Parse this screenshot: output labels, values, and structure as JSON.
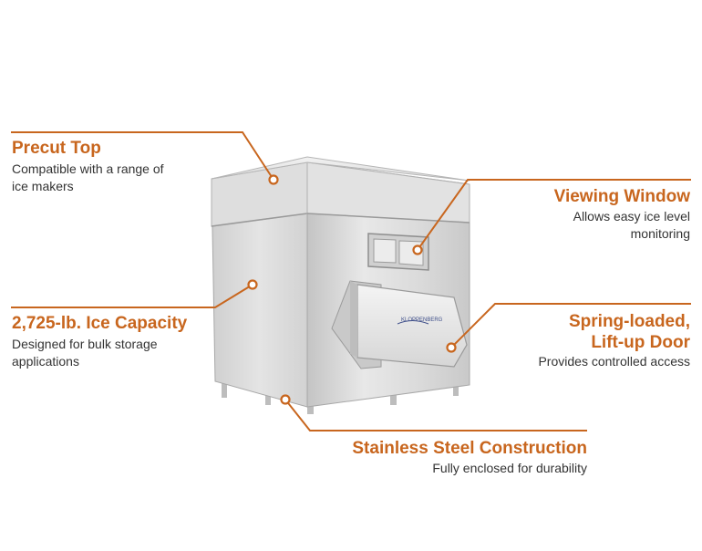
{
  "callouts": {
    "precut_top": {
      "title": "Precut Top",
      "description_lines": [
        "Compatible with a range of",
        "ice makers"
      ]
    },
    "ice_capacity": {
      "title": "2,725-lb. Ice Capacity",
      "description_lines": [
        "Designed for bulk storage",
        "applications"
      ]
    },
    "viewing_window": {
      "title": "Viewing Window",
      "description_lines": [
        "Allows easy ice level",
        "monitoring"
      ]
    },
    "door": {
      "title_lines": [
        "Spring-loaded,",
        "Lift-up Door"
      ],
      "description": "Provides controlled access"
    },
    "construction": {
      "title": "Stainless Steel Construction",
      "description": "Fully enclosed for durability"
    }
  },
  "door_logo": "KLOPPENBERG",
  "colors": {
    "accent": "#c8661e",
    "text": "#333333",
    "steel_light": "#e6e6e6",
    "steel_dark": "#b8b8b8"
  }
}
